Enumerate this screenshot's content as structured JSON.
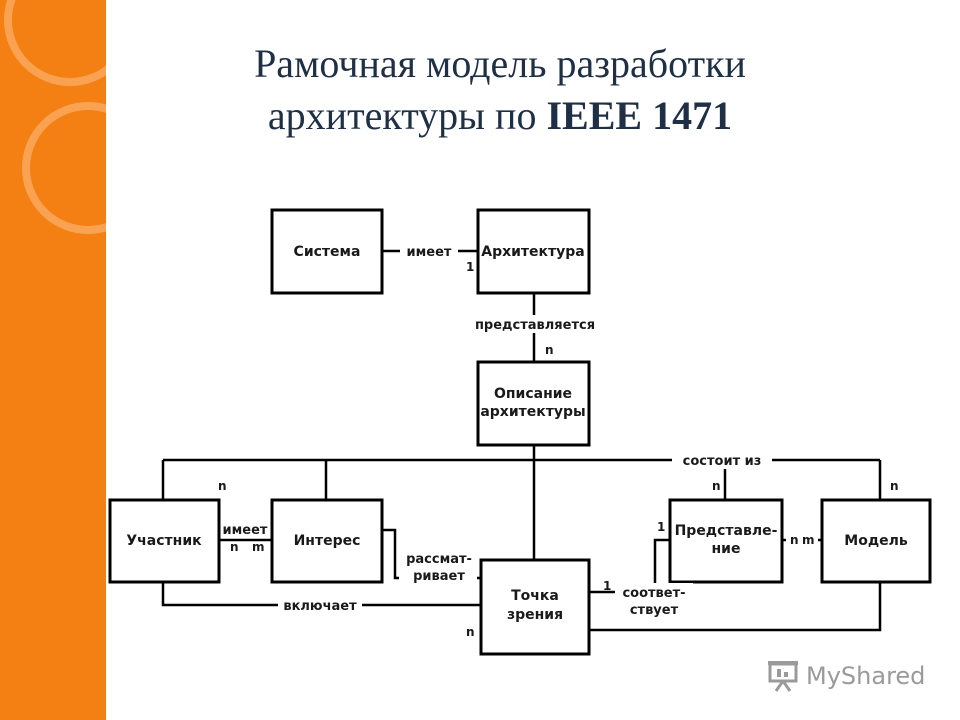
{
  "title": {
    "line1": "Рамочная модель разработки",
    "line2_plain": "архитектуры по",
    "line2_bold": "IEEE 1471"
  },
  "boxes": {
    "system": "Система",
    "architecture": "Архитектура",
    "description_l1": "Описание",
    "description_l2": "архитектуры",
    "participant": "Участник",
    "interest": "Интерес",
    "viewpoint_l1": "Точка",
    "viewpoint_l2": "зрения",
    "view_l1": "Представле-",
    "view_l2": "ние",
    "model": "Модель"
  },
  "relations": {
    "has_top": "имеет",
    "represented": "представляется",
    "consists_of": "состоит из",
    "has_mid": "имеет",
    "considers_l1": "рассмат-",
    "considers_l2": "ривает",
    "includes": "включает",
    "conforms_l1": "соответ-",
    "conforms_l2": "ствует"
  },
  "multiplicities": {
    "arch_one": "1",
    "desc_n": "n",
    "participant_n": "n",
    "participant_has_n": "n",
    "interest_has_m": "m",
    "view_n": "n",
    "model_n": "n",
    "view_one": "1",
    "view_model_n": "n",
    "view_model_m": "m",
    "viewpoint_one": "1",
    "viewpoint_n": "n"
  },
  "logo": {
    "text": "MyShared",
    "icon": "presentation-board-icon"
  },
  "colors": {
    "accent": "#f47f13",
    "title": "#1f2f46"
  }
}
